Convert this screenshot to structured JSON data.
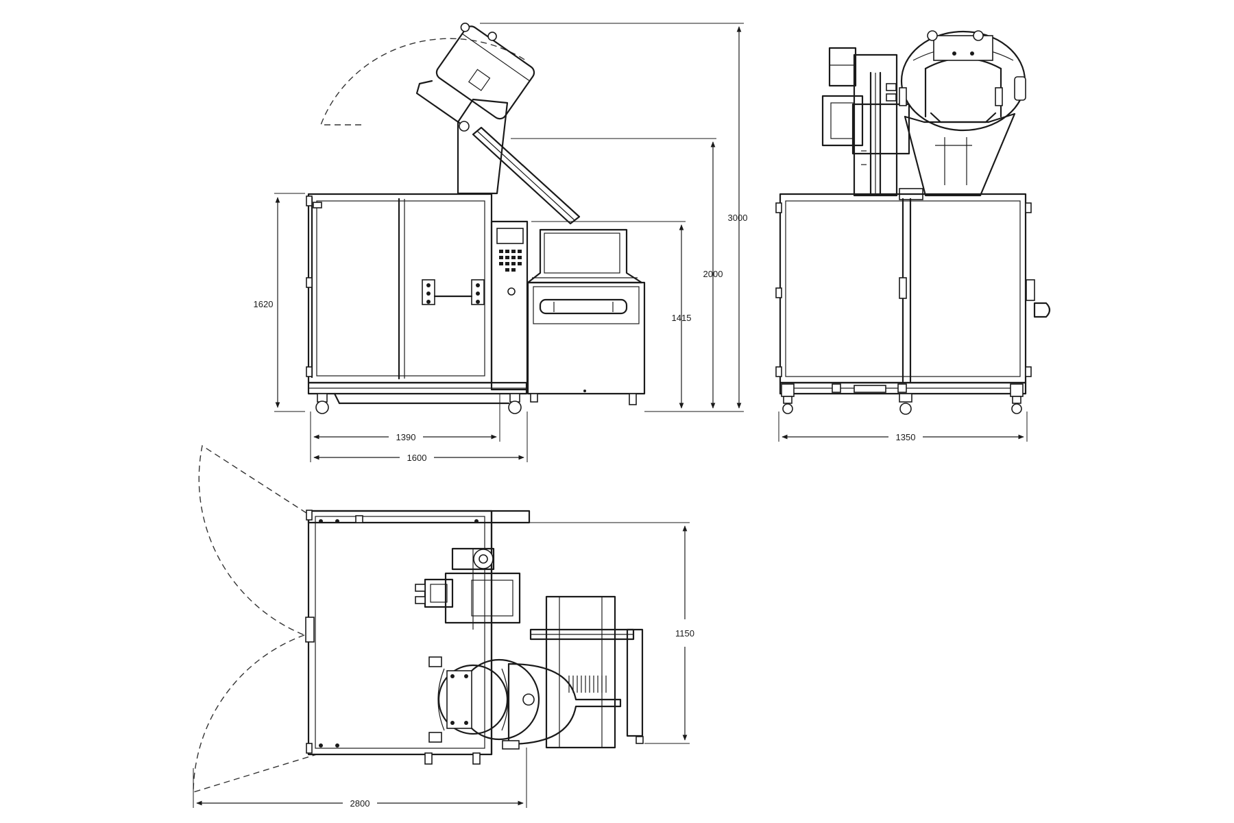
{
  "dimensions": {
    "side_height_frame": "1620",
    "side_width_cabinet": "1390",
    "side_width_total": "1600",
    "side_height_worktop": "1415",
    "side_height_rest": "2000",
    "side_height_max": "3000",
    "front_width": "1350",
    "top_depth": "1150",
    "top_width": "2800"
  }
}
